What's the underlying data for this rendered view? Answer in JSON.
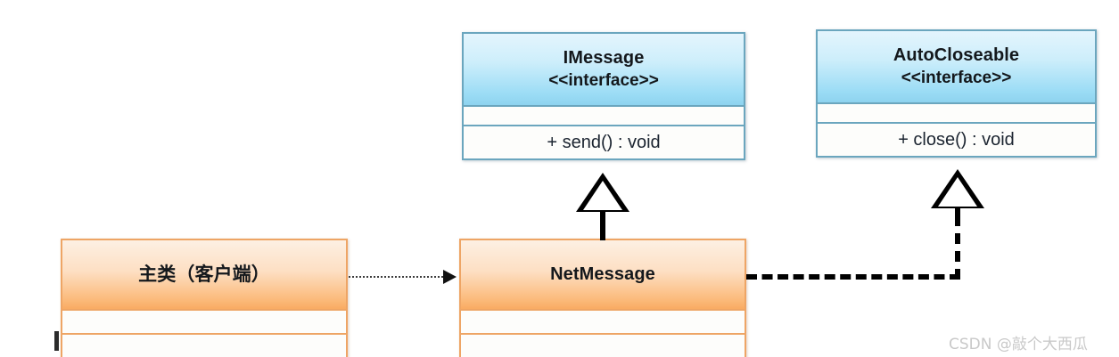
{
  "diagram": {
    "type": "uml-class-diagram",
    "background": "#ffffff",
    "watermark": "CSDN @敲个大西瓜",
    "colors": {
      "interface_border": "#6ba6be",
      "interface_header_top": "#e4f5fd",
      "interface_header_bottom": "#8ed3ef",
      "class_border": "#eea565",
      "class_header_top": "#fdf0e3",
      "class_header_bottom": "#f9ab63",
      "connector": "#000000",
      "dependency": "#3b3b3b",
      "watermark": "#c9c9c9"
    }
  },
  "nodes": {
    "imessage": {
      "name": "IMessage",
      "stereotype": "<<interface>>",
      "kind": "interface",
      "attributes": "",
      "operations": "+ send() : void"
    },
    "autocloseable": {
      "name": "AutoCloseable",
      "stereotype": "<<interface>>",
      "kind": "interface",
      "attributes": "",
      "operations": "+ close() : void"
    },
    "mainclass": {
      "name": "主类（客户端）",
      "kind": "class",
      "attributes": "",
      "operations": ""
    },
    "netmessage": {
      "name": "NetMessage",
      "kind": "class",
      "attributes": "",
      "operations": ""
    }
  },
  "edges": [
    {
      "id": "netmessage-implements-imessage",
      "from": "NetMessage",
      "to": "IMessage",
      "relation": "realization",
      "line": "dashed",
      "arrowhead": "hollow-triangle"
    },
    {
      "id": "netmessage-implements-autocloseable",
      "from": "NetMessage",
      "to": "AutoCloseable",
      "relation": "realization",
      "line": "dashed",
      "arrowhead": "hollow-triangle"
    },
    {
      "id": "mainclass-uses-netmessage",
      "from": "主类（客户端）",
      "to": "NetMessage",
      "relation": "dependency",
      "line": "dotted",
      "arrowhead": "open-arrow"
    }
  ]
}
